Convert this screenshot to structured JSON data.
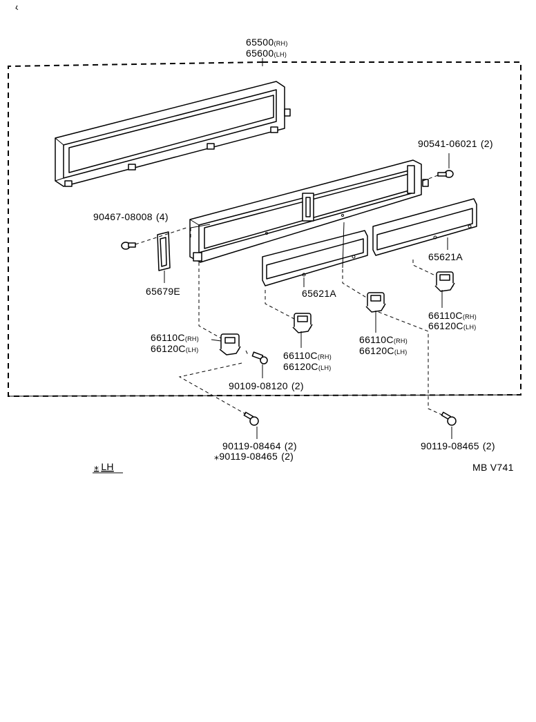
{
  "parts": {
    "p65500": {
      "number": "65500",
      "side": "(RH)"
    },
    "p65600": {
      "number": "65600",
      "side": "(LH)"
    },
    "p90541": {
      "number": "90541-06021",
      "qty": "(2)"
    },
    "p90467": {
      "number": "90467-08008",
      "qty": "(4)"
    },
    "p65679": {
      "number": "65679E"
    },
    "p65621_a": {
      "number": "65621A"
    },
    "p65621_b": {
      "number": "65621A"
    },
    "hook_left": {
      "rh": "66110C",
      "rh_side": "(RH)",
      "lh": "66120C",
      "lh_side": "(LH)"
    },
    "hook_mid1": {
      "rh": "66110C",
      "rh_side": "(RH)",
      "lh": "66120C",
      "lh_side": "(LH)"
    },
    "hook_mid2": {
      "rh": "66110C",
      "rh_side": "(RH)",
      "lh": "66120C",
      "lh_side": "(LH)"
    },
    "hook_right": {
      "rh": "66110C",
      "rh_side": "(RH)",
      "lh": "66120C",
      "lh_side": "(LH)"
    },
    "p90109": {
      "number": "90109-08120",
      "qty": "(2)"
    },
    "p90119_a": {
      "number": "90119-08464",
      "qty": "(2)"
    },
    "p90119_b": {
      "mark": "⁎",
      "number": "90119-08465",
      "qty": "(2)"
    },
    "p90119_c": {
      "number": "90119-08465",
      "qty": "(2)"
    }
  },
  "legend": {
    "mark": "⁎",
    "text": "LH"
  },
  "diagram_code": "MB V741"
}
